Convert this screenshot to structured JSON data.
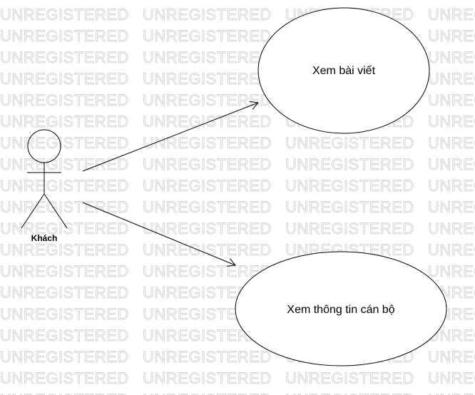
{
  "watermark": {
    "text": "UNREGISTERED"
  },
  "actor": {
    "name": "Khách"
  },
  "use_cases": [
    {
      "label": "Xem bài viết"
    },
    {
      "label": "Xem thông tin cán bộ"
    }
  ],
  "colors": {
    "background": "#ffffff",
    "watermark": "#d6d6d6",
    "stroke": "#000000"
  }
}
